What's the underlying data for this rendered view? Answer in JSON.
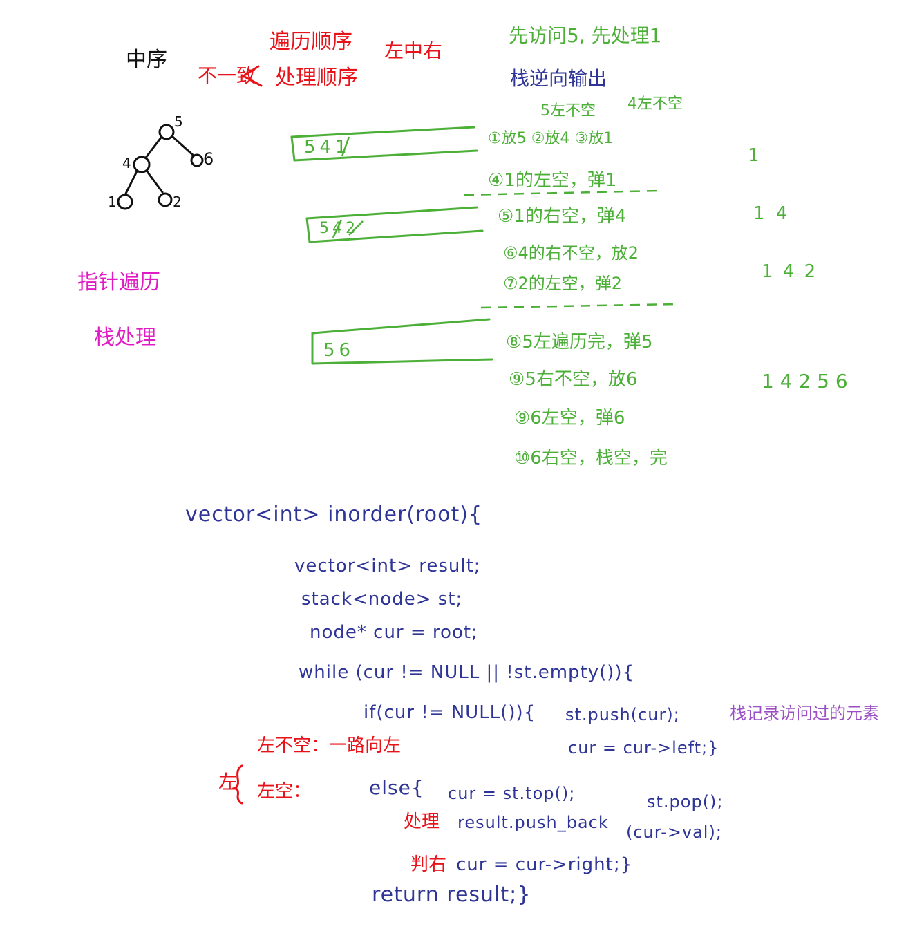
{
  "header": {
    "title": "中序",
    "inconsistent": "不一致",
    "traversal_order": "遍历顺序",
    "processing_order": "处理顺序",
    "lmr": "左中右"
  },
  "notes_top": {
    "visit_first": "先访问5, 先处理1",
    "stack_output": "栈逆向输出",
    "five_left_nonempty": "5左不空",
    "four_left_nonempty": "4左不空"
  },
  "tree": {
    "root": "5",
    "left": "4",
    "right": "6",
    "left_left": "1",
    "left_right": "2"
  },
  "left_notes": {
    "pointer": "指针遍历",
    "stack": "栈处理"
  },
  "stacks": [
    "541",
    "542",
    "56"
  ],
  "steps": [
    "①放5  ②放4  ③放1",
    "④1的左空，弹1",
    "⑤1的右空，弹4",
    "⑥4的右不空，放2",
    "⑦2的左空，弹2",
    "⑧5左遍历完，弹5",
    "⑨5右不空，放6",
    "⑨6左空，弹6",
    "⑩6右空，栈空，完"
  ],
  "outputs": [
    "1",
    "1 4",
    "1 4 2",
    "1 4 2 5 6"
  ],
  "code": {
    "sig": "vector<int> inorder(root){",
    "l1": "vector<int> result;",
    "l2": "stack<node> st;",
    "l3": "node* cur = root;",
    "l4": "while (cur != NULL || !st.empty()){",
    "l5": "if(cur != NULL()){",
    "l6": "st.push(cur);",
    "l7": "cur = cur->left;}",
    "l8": "else{",
    "l9": "cur = st.top();",
    "l10": "st.pop();",
    "l11": "result.push_back",
    "l12": "(cur->val);",
    "l13": "cur = cur->right;}",
    "l14": "return result;}"
  },
  "code_notes": {
    "stack_record": "栈记录访问过的元素",
    "left_nonempty": "左不空：一路向左",
    "left_label": "左",
    "left_empty": "左空：",
    "process": "处理",
    "judge_right": "判右"
  },
  "colors": {
    "black": "#111111",
    "red": "#e8131a",
    "green": "#4caf37",
    "navy": "#2e3596",
    "magenta": "#e01bc3",
    "purple": "#9b4fc4"
  }
}
